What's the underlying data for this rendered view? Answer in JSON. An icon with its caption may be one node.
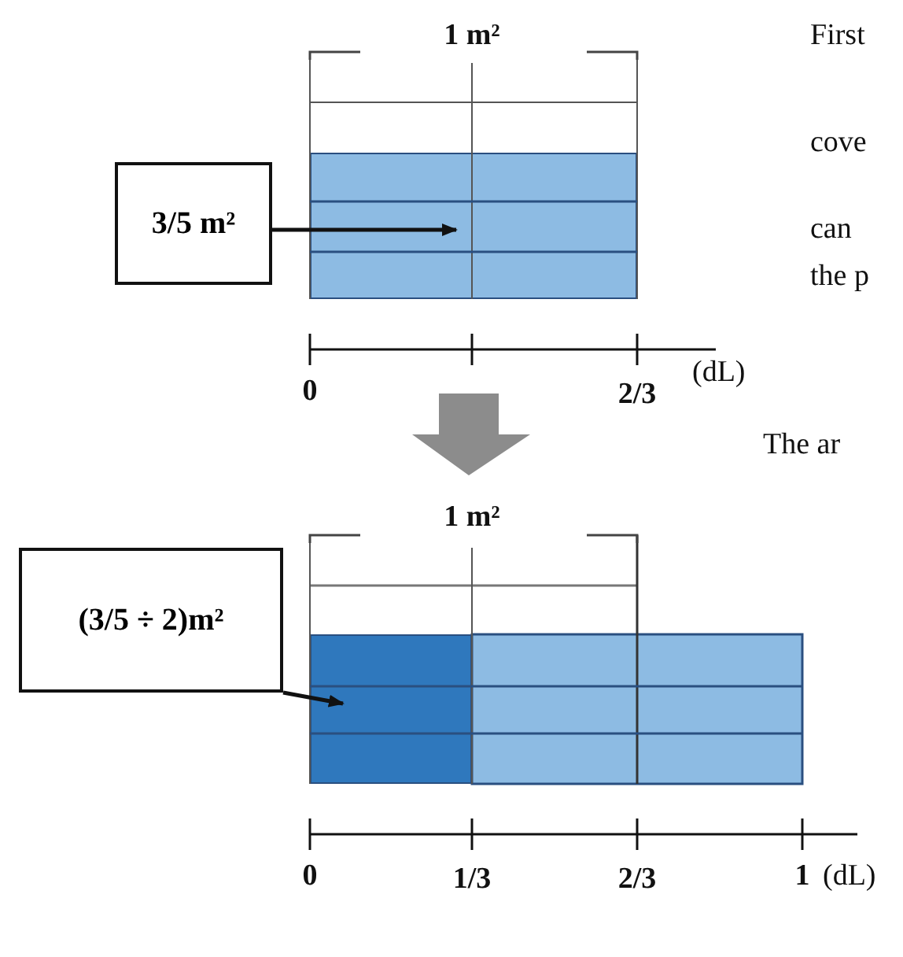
{
  "diagram": {
    "nodes": [
      {
        "text": [
          "3/5 m²"
        ]
      },
      {
        "text": [],
        "shape": "box"
      },
      {
        "text": [
          "(3/5 ÷ 2)m²"
        ]
      },
      {
        "text": [],
        "shape": "box"
      }
    ],
    "edges": [
      {
        "from": 0,
        "to": 1,
        "arrow": "to"
      },
      {
        "from": 2,
        "to": 3,
        "arrow": "to"
      }
    ],
    "labels": [
      "1 m²",
      "First",
      "cove",
      "can",
      "the p",
      "0",
      "2/3",
      "(dL)",
      "The ar",
      "1 m²",
      "0",
      "1/3",
      "2/3",
      "1",
      "(dL)"
    ]
  }
}
